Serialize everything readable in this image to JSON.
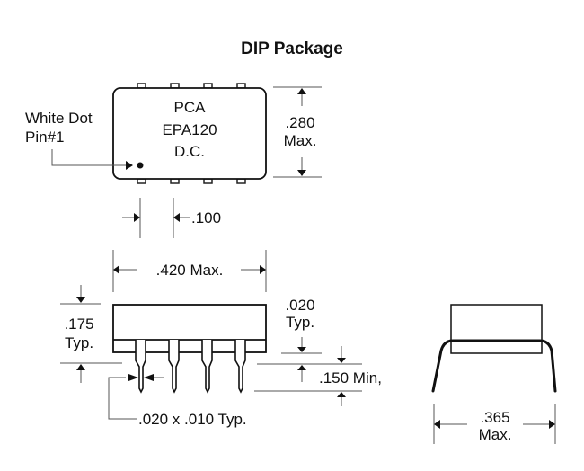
{
  "title": "DIP Package",
  "top_view": {
    "marking_lines": [
      "PCA",
      "EPA120",
      "D.C."
    ],
    "pin1_label_line1": "White Dot",
    "pin1_label_line2": "Pin#1",
    "pins_per_side": 4,
    "height_dim_line1": ".280",
    "height_dim_line2": "Max."
  },
  "pitch_dim": ".100",
  "length_dim": ".420 Max.",
  "side_view": {
    "height_dim_line1": ".175",
    "height_dim_line2": "Typ.",
    "standoff_dim_line1": ".020",
    "standoff_dim_line2": "Typ.",
    "lead_length_dim": ".150 Min,",
    "lead_size_dim": ".020 x .010 Typ."
  },
  "end_view": {
    "width_dim_line1": ".365",
    "width_dim_line2": "Max."
  }
}
